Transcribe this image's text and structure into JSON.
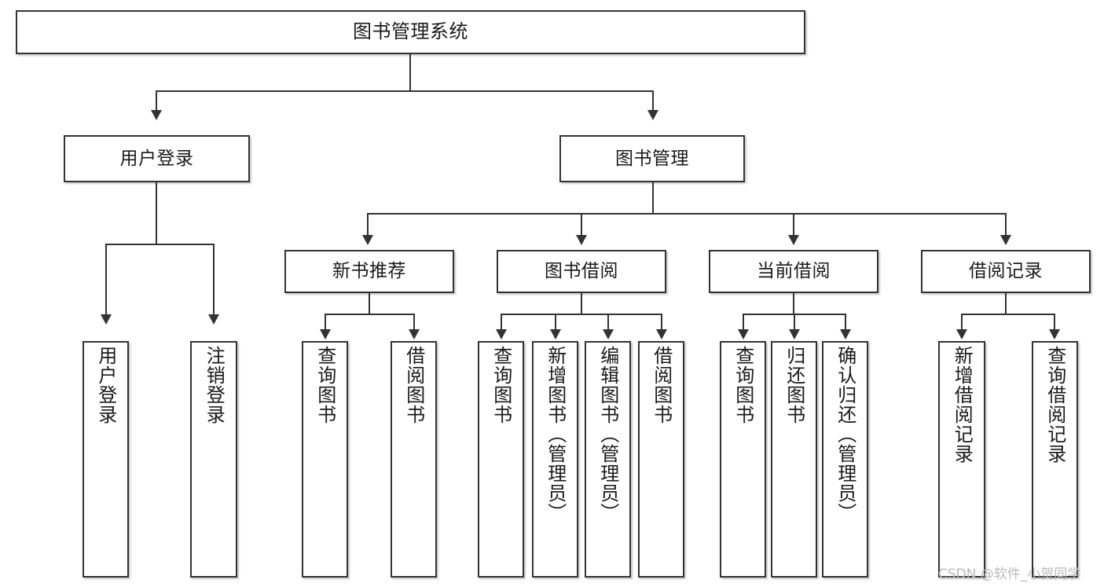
{
  "diagram": {
    "title": "图书管理系统",
    "watermark": "CSDN @软件_小贺同学",
    "stroke_color": "#333333",
    "text_color": "#1a1a1a",
    "background_color": "#ffffff"
  },
  "nodes": {
    "root": {
      "label": "图书管理系统"
    },
    "level2": [
      {
        "label": "用户登录"
      },
      {
        "label": "图书管理"
      }
    ],
    "level3": [
      {
        "label": "新书推荐"
      },
      {
        "label": "图书借阅"
      },
      {
        "label": "当前借阅"
      },
      {
        "label": "借阅记录"
      }
    ],
    "leaves": {
      "user_login": [
        {
          "label": "用户登录"
        },
        {
          "label": "注销登录"
        }
      ],
      "new_book": [
        {
          "label": "查询图书"
        },
        {
          "label": "借阅图书"
        }
      ],
      "book_borrow": [
        {
          "label": "查询图书"
        },
        {
          "label": "新增图书（管理员）"
        },
        {
          "label": "编辑图书（管理员）"
        },
        {
          "label": "借阅图书"
        }
      ],
      "current_borrow": [
        {
          "label": "查询图书"
        },
        {
          "label": "归还图书"
        },
        {
          "label": "确认归还（管理员）"
        }
      ],
      "borrow_record": [
        {
          "label": "新增借阅记录"
        },
        {
          "label": "查询借阅记录"
        }
      ]
    }
  }
}
